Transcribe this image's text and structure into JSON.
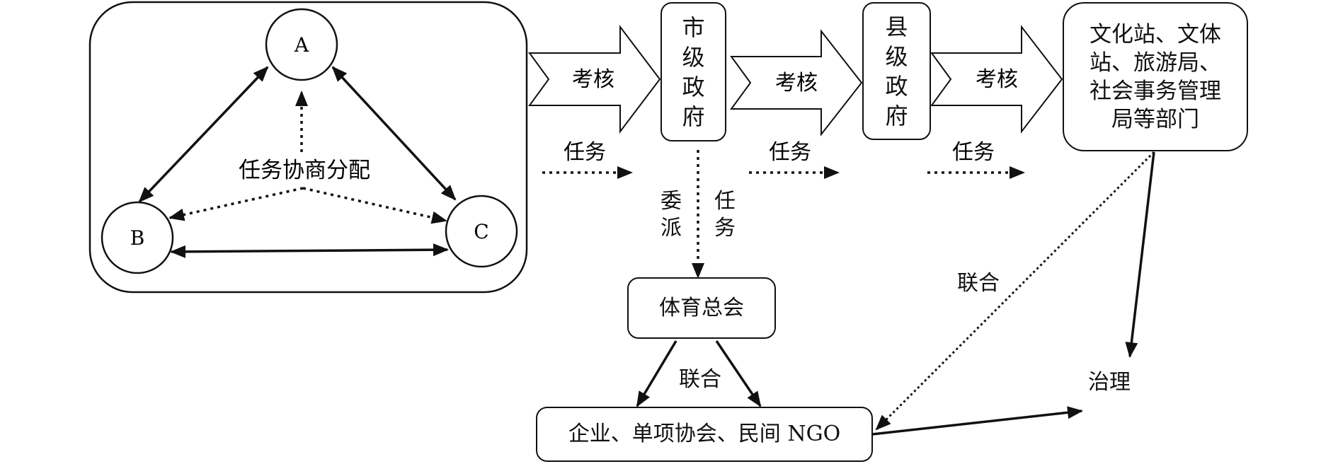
{
  "cluster": {
    "node_a": "A",
    "node_b": "B",
    "node_c": "C",
    "center_label": "任务协商分配"
  },
  "arrows": {
    "assess_label": "考核",
    "task_label": "任务"
  },
  "boxes": {
    "city_gov": "市级政府",
    "county_gov": "县级政府",
    "departments": "文化站、文体站、旅游局、社会事务管理局等部门",
    "sports_federation": "体育总会",
    "enterprises": "企业、单项协会、民间 NGO"
  },
  "labels": {
    "delegate": "委派",
    "task_vertical": "任务",
    "alliance_left": "联合",
    "alliance_right": "联合",
    "governance": "治理"
  }
}
